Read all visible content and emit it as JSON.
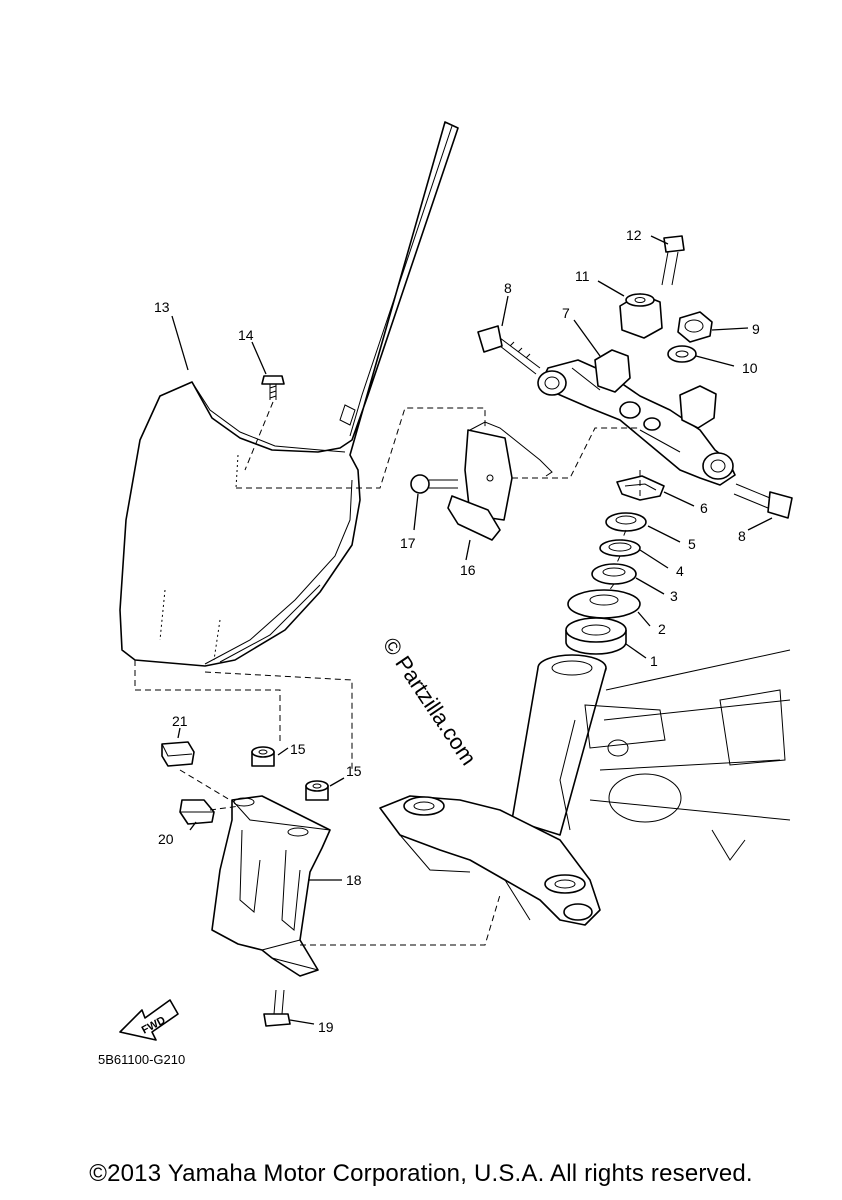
{
  "diagram": {
    "code": "5B61100-G210",
    "watermark": "© Partzilla.com",
    "fwd_label": "FWD",
    "callouts": {
      "c1": "1",
      "c2": "2",
      "c3": "3",
      "c4": "4",
      "c5": "5",
      "c6": "6",
      "c7": "7",
      "c8a": "8",
      "c8b": "8",
      "c9": "9",
      "c10": "10",
      "c11": "11",
      "c12": "12",
      "c13": "13",
      "c14": "14",
      "c15a": "15",
      "c15b": "15",
      "c16": "16",
      "c17": "17",
      "c18": "18",
      "c19": "19",
      "c20": "20",
      "c21": "21"
    }
  },
  "footer": {
    "copyright": "©2013 Yamaha Motor Corporation, U.S.A. All rights reserved."
  }
}
